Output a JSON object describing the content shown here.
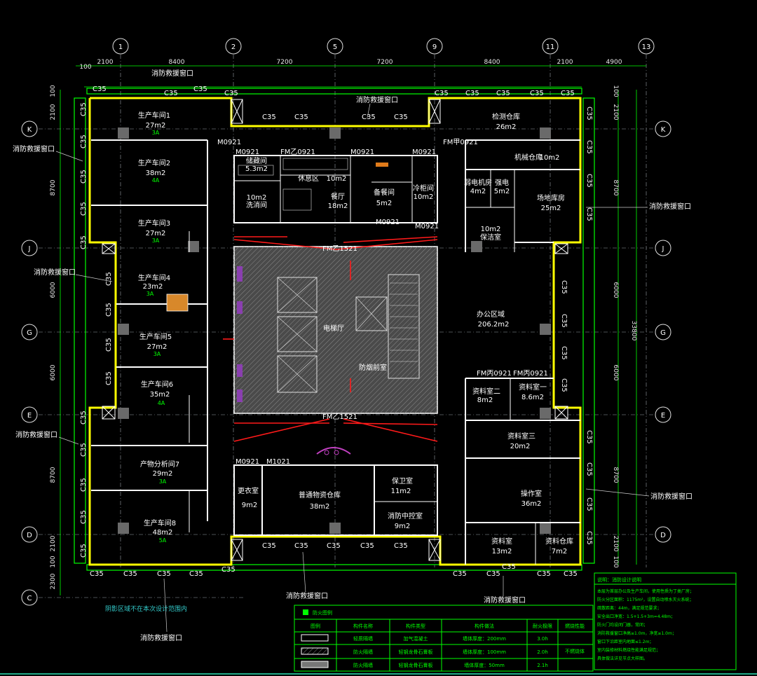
{
  "axes_vertical": [
    "1",
    "2",
    "5",
    "9",
    "11",
    "13"
  ],
  "axes_horizontal": [
    "K",
    "J",
    "G",
    "E",
    "D",
    "C"
  ],
  "dims_top": [
    "100",
    "2100",
    "8400",
    "7200",
    "7200",
    "8400",
    "2100",
    "4900"
  ],
  "dims_left": [
    "100",
    "2100",
    "8700",
    "6000",
    "6000",
    "8700",
    "2100",
    "100",
    "2300"
  ],
  "dims_right": [
    "100",
    "2100",
    "8700",
    "6000",
    "33800",
    "6000",
    "8700",
    "2100",
    "100"
  ],
  "window_label": "消防救援窗口",
  "c35": "C35",
  "rooms": {
    "r1": {
      "name": "生产车间1",
      "area": "27m2",
      "tag": "3A"
    },
    "r2": {
      "name": "生产车间2",
      "area": "38m2",
      "tag": "4A"
    },
    "r3": {
      "name": "生产车间3",
      "area": "27m2",
      "tag": "3A"
    },
    "r4": {
      "name": "生产车间4",
      "area": "23m2",
      "tag": "3A"
    },
    "r5": {
      "name": "生产车间5",
      "area": "27m2",
      "tag": "3A"
    },
    "r6": {
      "name": "生产车间6",
      "area": "35m2",
      "tag": "4A"
    },
    "r7": {
      "name": "产物分析间7",
      "area": "29m2",
      "tag": "3A"
    },
    "r8": {
      "name": "生产车间8",
      "area": "48m2",
      "tag": "5A"
    },
    "test": {
      "name": "检测仓库",
      "area": "26m2"
    },
    "mach": {
      "name": "机械仓库",
      "area": "10m2"
    },
    "weak": {
      "name": "弱电机房",
      "area": "4m2"
    },
    "stron": {
      "name": "强电",
      "area": "5m2"
    },
    "store": {
      "name": "场地库房",
      "area": "25m2"
    },
    "jan": {
      "name": "保洁室",
      "area": "10m2"
    },
    "office": {
      "name": "办公区域",
      "area": "206.2m2"
    },
    "file2": {
      "name": "资料室二",
      "area": "8m2"
    },
    "file1": {
      "name": "资料室一",
      "area": "8.6m2"
    },
    "file3": {
      "name": "资料室三",
      "area": "20m2"
    },
    "work": {
      "name": "操作室",
      "area": "36m2"
    },
    "file4": {
      "name": "资料室",
      "area": "13m2"
    },
    "ret": {
      "name": "资料仓库",
      "area": "7m2"
    },
    "dress": {
      "name": "更衣室",
      "area": "9m2"
    },
    "share": {
      "name": "普通物资仓库",
      "area": "38m2"
    },
    "guard": {
      "name": "保卫室",
      "area": "11m2"
    },
    "ctrl": {
      "name": "消防中控室",
      "area": "9m2"
    },
    "pantry": {
      "name": "休息区",
      "area": "10m2"
    },
    "food": {
      "name": "餐厅",
      "area": "18m2"
    },
    "cold": {
      "name": "冷柜间",
      "area": "10m2"
    },
    "hall": {
      "name": "电梯厅"
    },
    "fire": {
      "name": "防烟前室"
    },
    "prep": {
      "name": "备餐间",
      "area": "5m2"
    },
    "wash": {
      "name": "洗消间",
      "area": "10m2"
    },
    "storeA": {
      "name": "储藏间",
      "area": "5.3m2"
    }
  },
  "door_codes": [
    "M0921",
    "FM乙0921",
    "FM乙1521",
    "FM丙0921",
    "FM甲0921",
    "M1021"
  ],
  "note": "阴影区域不在本次设计范围内",
  "legend": {
    "header": [
      "图例",
      "构件名称",
      "构件类型",
      "构件做法",
      "耐火极限",
      "燃烧性能"
    ],
    "rows": [
      [
        "",
        "轻质隔墙",
        "加气混凝土",
        "墙体厚度：200mm",
        "3.0h",
        "不燃烧体"
      ],
      [
        "",
        "防火隔墙",
        "轻钢龙骨石膏板",
        "墙体厚度：100mm",
        "2.0h",
        ""
      ],
      [
        "",
        "防火隔墙",
        "轻钢龙骨石膏板",
        "墙体厚度：50mm",
        "2.1h",
        ""
      ]
    ]
  },
  "notes_title": "说明：消防设计说明",
  "notes": [
    "本层为首层办公及生产车间，使用性质为丁类厂房；",
    "防火分区面积：1175m²，设置自动喷水灭火系统；",
    "疏散距离：44m，满足规范要求；",
    "安全出口净宽：1.5+1.5+3m=4.48m；",
    "防火门均设闭门器，常闭；",
    "消防救援窗口净高≥1.0m，净宽≥1.0m；",
    "窗口下沿距室内地面≤1.2m；",
    "室内装修材料燃烧性能满足规范；",
    "具体做法详见节点大样图。"
  ],
  "legend_title": "防火图例"
}
